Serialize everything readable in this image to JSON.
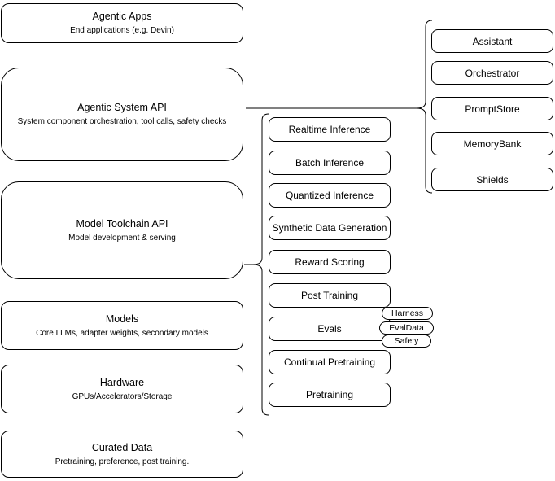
{
  "diagram": {
    "left_stack": [
      {
        "title": "Agentic Apps",
        "subtitle": "End applications (e.g. Devin)"
      },
      {
        "title": "Agentic System API",
        "subtitle": "System component orchestration, tool calls, safety checks"
      },
      {
        "title": "Model Toolchain API",
        "subtitle": "Model development & serving"
      },
      {
        "title": "Models",
        "subtitle": "Core LLMs, adapter weights, secondary models"
      },
      {
        "title": "Hardware",
        "subtitle": "GPUs/Accelerators/Storage"
      },
      {
        "title": "Curated Data",
        "subtitle": "Pretraining, preference, post training."
      }
    ],
    "toolchain_items": [
      "Realtime Inference",
      "Batch Inference",
      "Quantized Inference",
      "Synthetic Data Generation",
      "Reward Scoring",
      "Post Training",
      "Evals",
      "Continual Pretraining",
      "Pretraining"
    ],
    "evals_tags": [
      "Harness",
      "EvalData",
      "Safety"
    ],
    "system_components": [
      "Assistant",
      "Orchestrator",
      "PromptStore",
      "MemoryBank",
      "Shields"
    ],
    "colors": {
      "stroke": "#000000",
      "fill": "#ffffff",
      "text": "#000000"
    }
  }
}
